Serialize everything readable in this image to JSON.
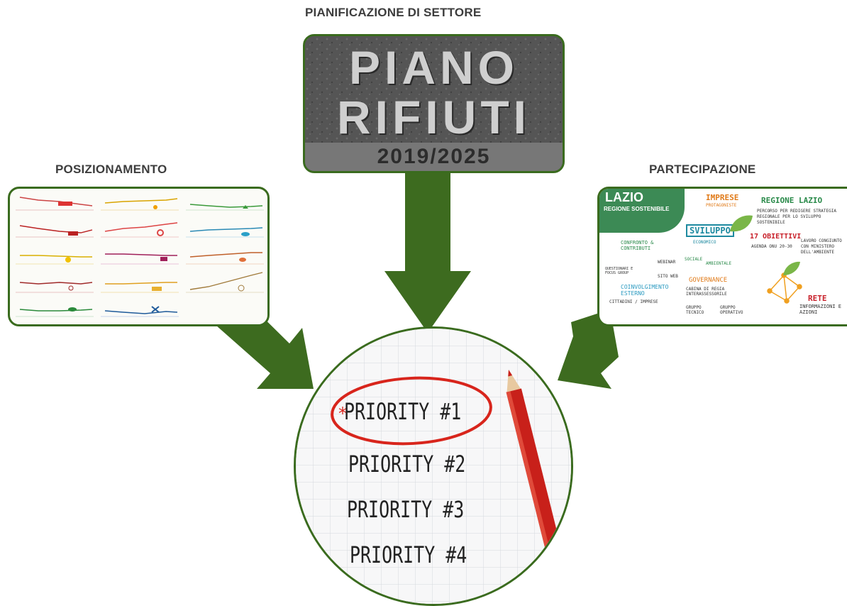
{
  "headings": {
    "top": "PIANIFICAZIONE DI SETTORE",
    "left": "POSIZIONAMENTO",
    "right": "PARTECIPAZIONE"
  },
  "piano": {
    "line1": "PIANO",
    "line2": "RIFIUTI",
    "years": "2019/2025"
  },
  "priorities": [
    "PRIORITY #1",
    "PRIORITY #2",
    "PRIORITY #3",
    "PRIORITY #4"
  ],
  "mindmap": {
    "brand_line1": "LAZIO",
    "brand_line2": "REGIONE SOSTENIBILE",
    "imprese": "IMPRESE",
    "imprese_sub": "PROTAGONISTE",
    "regione": "REGIONE LAZIO",
    "percorso": "PERCORSO PER REDIGERE STRATEGIA REGIONALE PER LO SVILUPPO SOSTENIBILE",
    "sviluppo": "SVILUPPO",
    "economico": "ECONOMICO",
    "sociale": "SOCIALE",
    "ambientale": "AMBIENTALE",
    "obiettivi": "17 OBIETTIVI",
    "agenda": "AGENDA ONU 20-30",
    "lavoro": "LAVORO CONGIUNTO CON MINISTERO DELL'AMBIENTE",
    "confronto": "CONFRONTO & CONTRIBUTI",
    "webinar": "WEBINAR",
    "sito": "SITO WEB",
    "questionari": "QUESTIONARI E FOCUS GROUP",
    "coinvolgimento": "COINVOLGIMENTO ESTERNO",
    "cittadini": "CITTADINI / IMPRESE",
    "governance": "GOVERNANCE",
    "cabina": "CABINA DI REGIA INTERASSESSORILE",
    "gruppo_tecnico": "GRUPPO TECNICO",
    "gruppo_operativo": "GRUPPO OPERATIVO",
    "rete": "RETE",
    "informazioni": "INFORMAZIONI E AZIONI"
  },
  "colors": {
    "arrow": "#3d6b1f",
    "frame": "#3a6b1e",
    "priority_circle": "#d8251c",
    "pencil": "#c8201a"
  }
}
